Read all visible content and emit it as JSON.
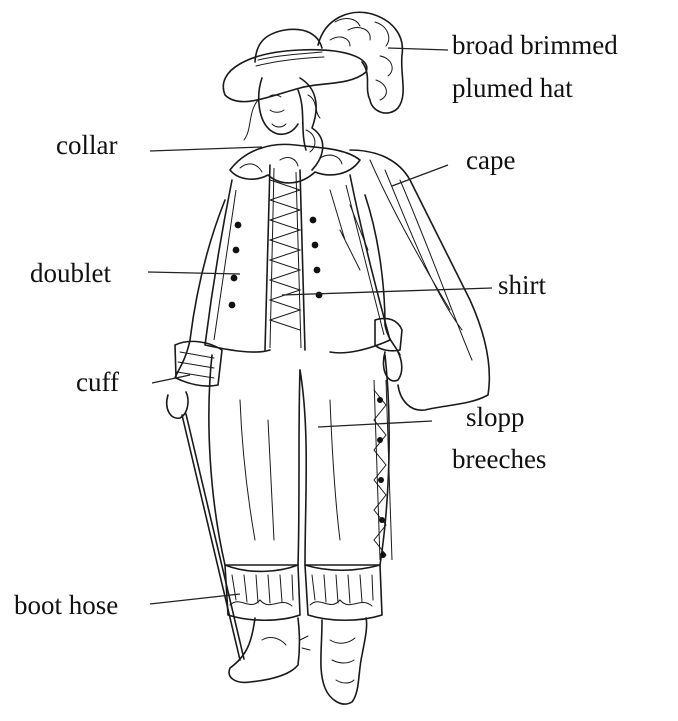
{
  "figure": {
    "subject": "cavalier-costume-illustration",
    "labels": {
      "hat_line1": "broad brimmed",
      "hat_line2": "plumed hat",
      "collar": "collar",
      "cape": "cape",
      "doublet": "doublet",
      "shirt": "shirt",
      "cuff": "cuff",
      "breeches_line1": "slopp",
      "breeches_line2": "breeches",
      "boot_hose": "boot hose"
    }
  }
}
